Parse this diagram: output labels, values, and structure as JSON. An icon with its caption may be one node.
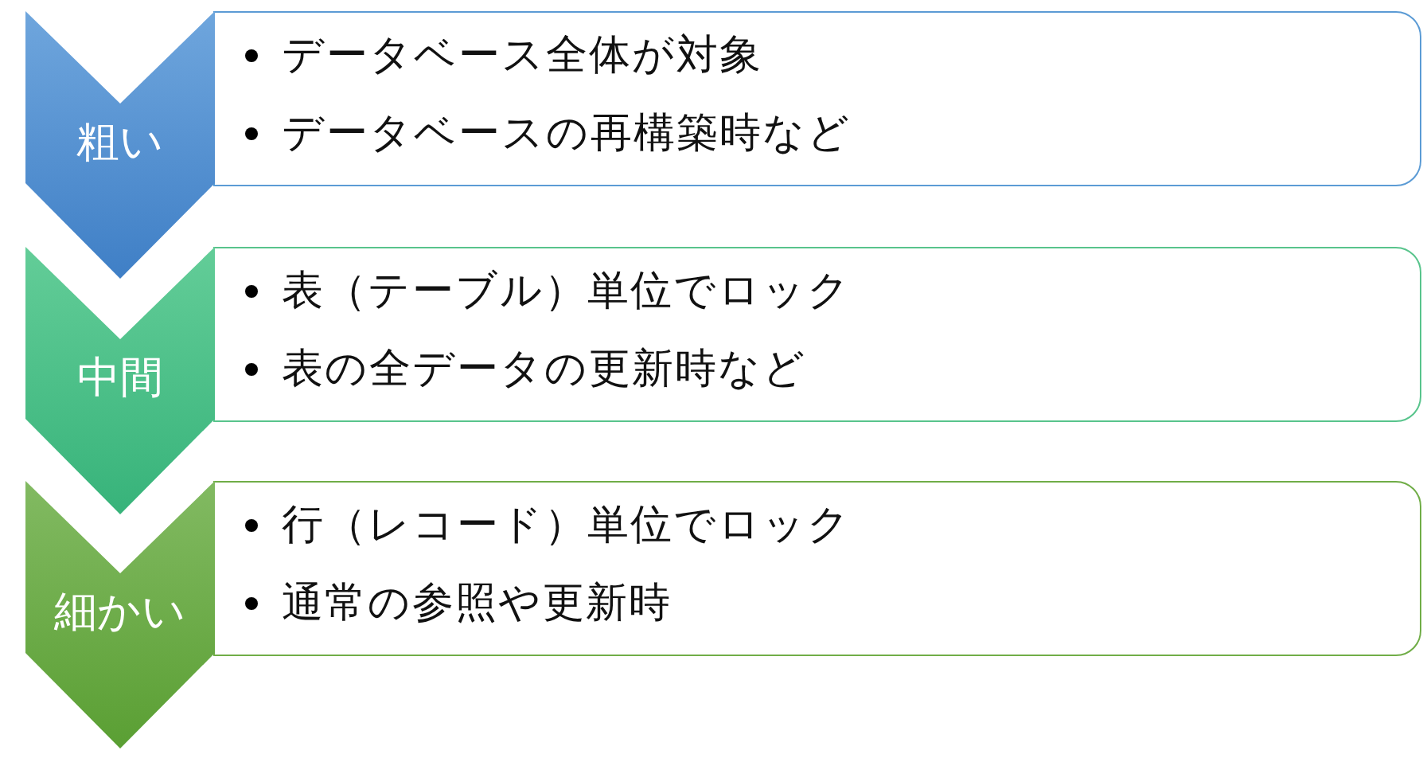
{
  "diagram": {
    "nodes": [
      {
        "text": [
          "粗い"
        ]
      },
      {
        "text": [
          "データベース全体が対象",
          "データベースの再構築時など"
        ]
      },
      {
        "text": [
          "中間"
        ]
      },
      {
        "text": [
          "表（テーブル）単位でロック",
          "表の全データの更新時など"
        ]
      },
      {
        "text": [
          "細かい"
        ]
      },
      {
        "text": [
          "行（レコード）単位でロック",
          "通常の参照や更新時"
        ]
      }
    ]
  }
}
